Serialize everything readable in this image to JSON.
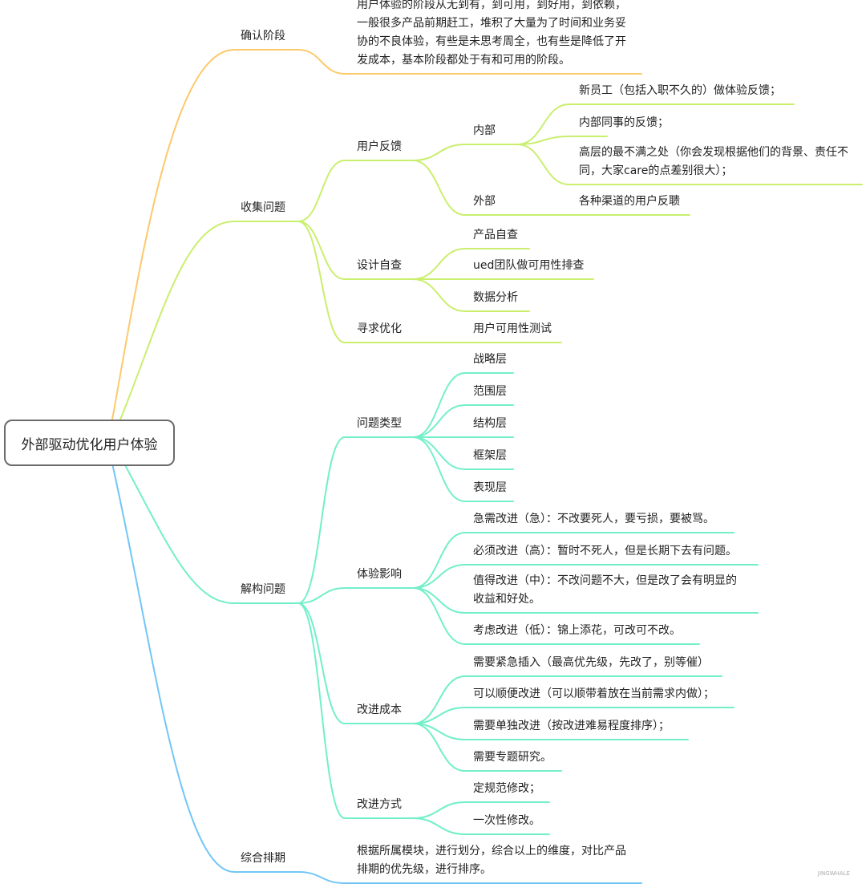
{
  "root": "外部驱动优化用户体验",
  "colors": {
    "confirm": "#fcc96b",
    "collect": "#c9ef6d",
    "deconstruct": "#72efc9",
    "schedule": "#72c6f6"
  },
  "branches": {
    "confirm": {
      "label": "确认阶段",
      "detail": [
        "用户体验的阶段从无到有，到可用，到好用，到依赖，",
        "一般很多产品前期赶工，堆积了大量为了时间和业务妥",
        "协的不良体验，有些是未思考周全，也有些是降低了开",
        "发成本，基本阶段都处于有和可用的阶段。"
      ]
    },
    "collect": {
      "label": "收集问题",
      "feedback": {
        "label": "用户反馈",
        "internal": {
          "label": "内部",
          "items": [
            "新员工（包括入职不久的）做体验反馈；",
            "内部同事的反馈；",
            [
              "高层的最不满之处（你会发现根据他们的背景、责任不",
              "同，大家care的点差别很大）；"
            ]
          ]
        },
        "external": {
          "label": "外部",
          "items": [
            "各种渠道的用户反聩"
          ]
        }
      },
      "design_check": {
        "label": "设计自查",
        "items": [
          "产品自查",
          "ued团队做可用性排查",
          "数据分析"
        ]
      },
      "seek": {
        "label": "寻求优化",
        "items": [
          "用户可用性测试"
        ]
      }
    },
    "deconstruct": {
      "label": "解构问题",
      "types": {
        "label": "问题类型",
        "items": [
          "战略层",
          "范围层",
          "结构层",
          "框架层",
          "表现层"
        ]
      },
      "impact": {
        "label": "体验影响",
        "items": [
          "急需改进（急）：不改要死人，要亏损，要被骂。",
          "必须改进（高）：暂时不死人，但是长期下去有问题。",
          [
            "值得改进（中）：不改问题不大，但是改了会有明显的",
            "收益和好处。"
          ],
          "考虑改进（低）：锦上添花，可改可不改。"
        ]
      },
      "cost": {
        "label": "改进成本",
        "items": [
          "需要紧急插入（最高优先级，先改了，别等催）",
          "可以顺便改进（可以顺带着放在当前需求内做）；",
          "需要单独改进（按改进难易程度排序）；",
          "需要专题研究。"
        ]
      },
      "method": {
        "label": "改进方式",
        "items": [
          "定规范修改；",
          "一次性修改。"
        ]
      }
    },
    "schedule": {
      "label": "综合排期",
      "detail": [
        "根据所属模块，进行划分，综合以上的维度，对比产品",
        "排期的优先级，进行排序。"
      ]
    }
  },
  "watermark": "JINGWHALE"
}
